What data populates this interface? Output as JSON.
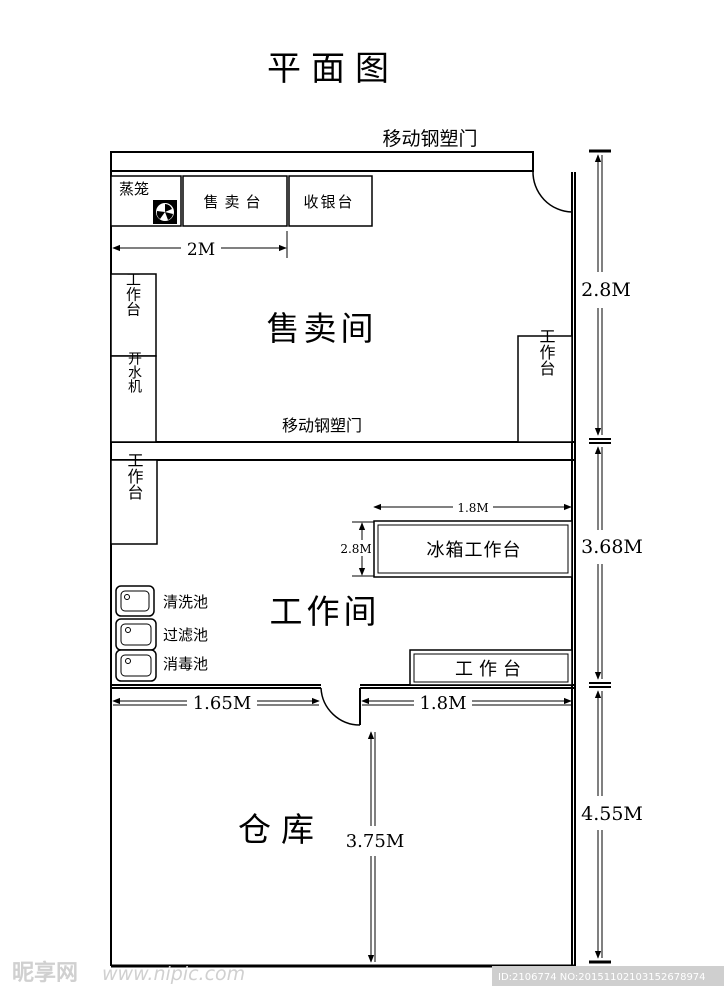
{
  "title": "平面图",
  "doors": {
    "top": "移动钢塑门",
    "middle": "移动钢塑门"
  },
  "rooms": {
    "sales": "售卖间",
    "work": "工作间",
    "storage": "仓库"
  },
  "fixtures": {
    "steamer": "蒸笼",
    "sales_counter": "售卖台",
    "cashier": "收银台",
    "workbench_vertical": "工作台",
    "water_boiler": "开水机",
    "fridge_bench": "冰箱工作台",
    "workbench_horizontal": "工作台",
    "wash_sink": "清洗池",
    "filter_sink": "过滤池",
    "disinfect_sink": "消毒池"
  },
  "dimensions": {
    "counter_width": "2M",
    "sales_depth": "2.8M",
    "fridge_width": "1.8M",
    "fridge_depth": "2.8M",
    "work_depth": "3.68M",
    "left_wall": "1.65M",
    "right_wall": "1.8M",
    "storage_inner": "3.75M",
    "storage_depth": "4.55M"
  },
  "watermark": {
    "logo": "昵享网",
    "url": "www.nipic.com",
    "id": "ID:2106774 NO:20151102103152678974"
  }
}
